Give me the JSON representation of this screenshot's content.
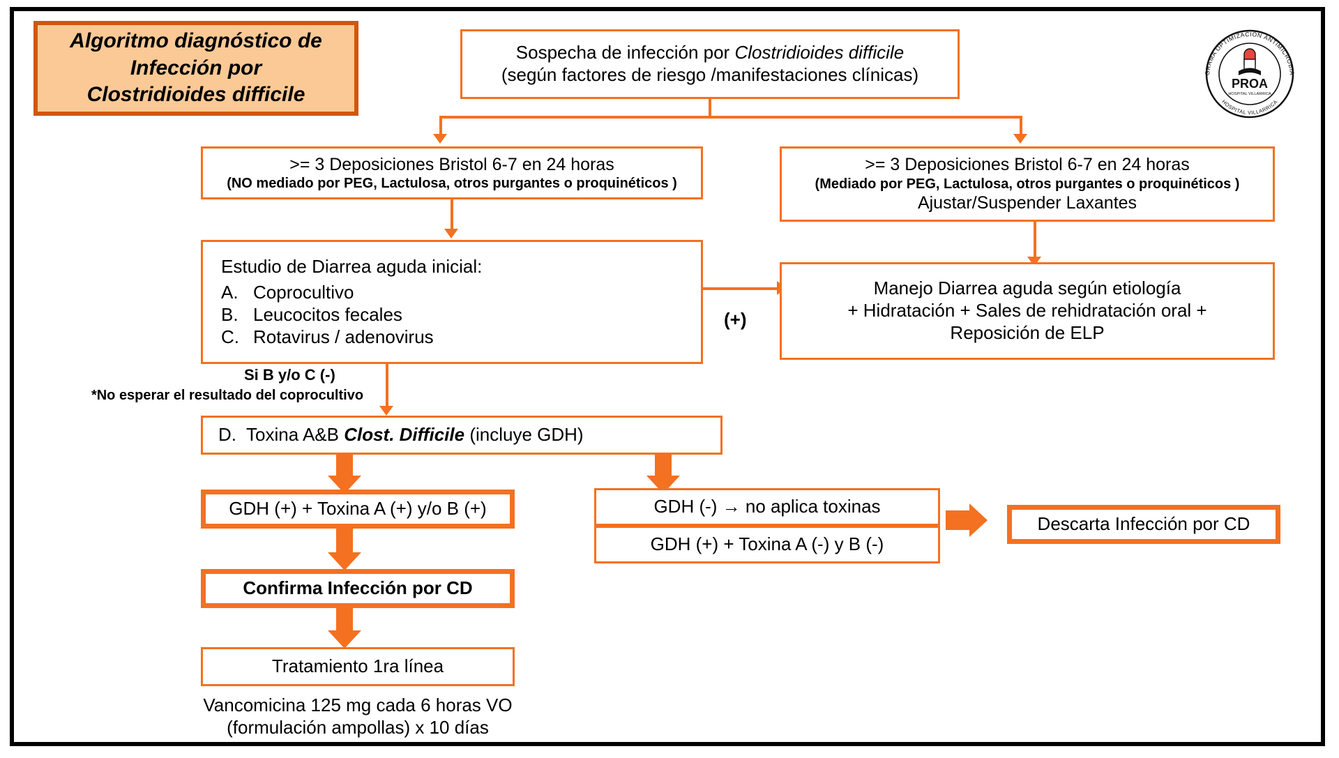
{
  "title": {
    "line1": "Algoritmo diagnóstico de",
    "line2": "Infección por",
    "line3": "Clostridioides difficile"
  },
  "logo": {
    "arc_top": "PROGRAMA OPTIMIZACIÓN ANTIMICROBIANOS",
    "center": "PROA",
    "sub": "HOSPITAL VILLARRICA"
  },
  "nodes": {
    "suspicion": {
      "line1_pre": "Sospecha de infección por ",
      "line1_em": "Clostridioides difficile",
      "line2": "(según factores de riesgo /manifestaciones clínicas)"
    },
    "bristol_left": {
      "line1": ">= 3 Deposiciones Bristol 6-7 en 24 horas",
      "line2": "(NO mediado por PEG, Lactulosa, otros purgantes o proquinéticos )"
    },
    "bristol_right": {
      "line1": ">= 3 Deposiciones Bristol 6-7 en 24 horas",
      "line2": "(Mediado por PEG, Lactulosa, otros purgantes o proquinéticos )",
      "line3": "Ajustar/Suspender Laxantes"
    },
    "study": {
      "heading": "Estudio de Diarrea aguda inicial:",
      "items": [
        {
          "key": "A.",
          "text": "Coprocultivo"
        },
        {
          "key": "B.",
          "text": "Leucocitos fecales"
        },
        {
          "key": "C.",
          "text": "Rotavirus / adenovirus"
        }
      ]
    },
    "management": {
      "line1": "Manejo Diarrea aguda según etiología",
      "line2": "+ Hidratación + Sales de rehidratación oral +",
      "line3": "Reposición de ELP"
    },
    "toxin": {
      "key": "D.",
      "pre": "Toxina A&B ",
      "em": "Clost. Difficile",
      "post": " (incluye GDH)"
    },
    "gdh_positive": "GDH (+) + Toxina A (+) y/o B (+)",
    "gdh_negative_1": "GDH (-) → no aplica toxinas",
    "gdh_negative_2": "GDH (+) +  Toxina A (-) y B (-)",
    "confirm": "Confirma Infección por CD",
    "discard": "Descarta Infección por CD",
    "treatment": "Tratamiento 1ra línea"
  },
  "annotations": {
    "plus_sign": "(+)",
    "if_b_or_c_neg": "Si B y/o C (-)",
    "footnote": "*No esperar el resultado del coprocultivo",
    "treatment_detail_1": "Vancomicina 125 mg cada 6 horas VO",
    "treatment_detail_2": "(formulación ampollas) x 10 días"
  },
  "colors": {
    "accent": "#F37121",
    "accent_dark": "#D2560C",
    "title_fill": "#FBC995",
    "frame": "#000000",
    "text": "#000000"
  }
}
